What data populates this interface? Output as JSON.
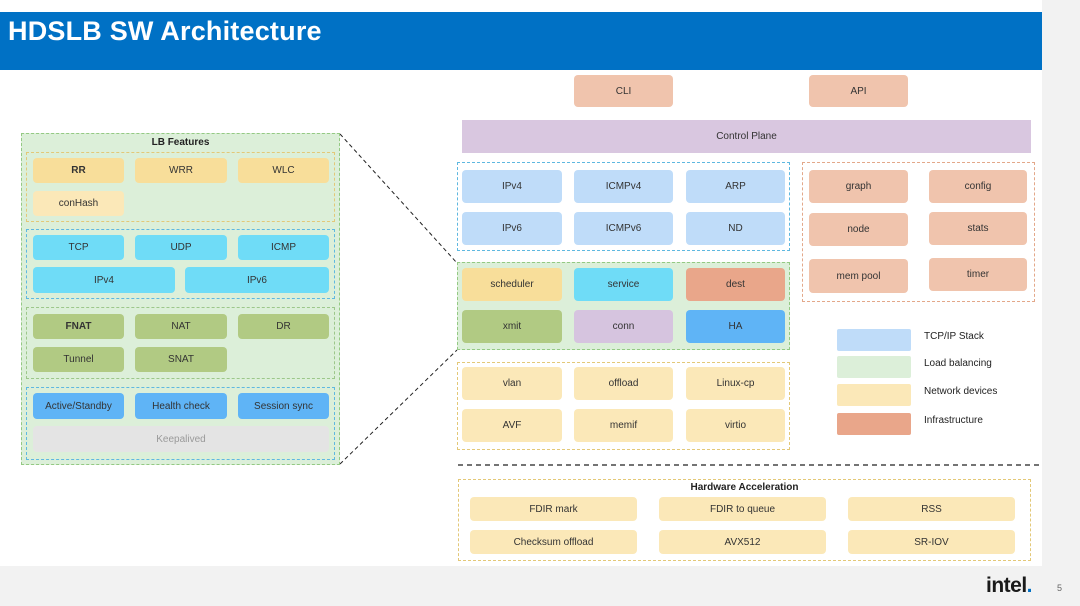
{
  "title": "HDSLB SW Architecture",
  "page_number": "5",
  "logo_text": "intel",
  "colors": {
    "title_bar": "#0071c5",
    "tcpip_stack": "#bfdcf9",
    "load_balancing": "#dcefd9",
    "network_devices": "#fbe8b8",
    "infrastructure": "#e9a68a",
    "control_plane": "#d9c7e0"
  },
  "lb_features": {
    "title": "LB Features",
    "algorithms": [
      "RR",
      "WRR",
      "WLC",
      "conHash"
    ],
    "protocols": [
      "TCP",
      "UDP",
      "ICMP"
    ],
    "ip_versions": [
      "IPv4",
      "IPv6"
    ],
    "modes": [
      "FNAT",
      "NAT",
      "DR",
      "Tunnel",
      "SNAT"
    ],
    "ha": [
      "Active/Standby",
      "Health check",
      "Session sync"
    ],
    "keepalived": "Keepalived"
  },
  "top": {
    "cli": "CLI",
    "api": "API",
    "control_plane": "Control Plane"
  },
  "tcpip": [
    "IPv4",
    "ICMPv4",
    "ARP",
    "IPv6",
    "ICMPv6",
    "ND"
  ],
  "lb_modules": [
    "scheduler",
    "service",
    "dest",
    "xmit",
    "conn",
    "HA"
  ],
  "net_devices": [
    "vlan",
    "offload",
    "Linux-cp",
    "AVF",
    "memif",
    "virtio"
  ],
  "infra": [
    "graph",
    "config",
    "node",
    "stats",
    "mem pool",
    "timer"
  ],
  "legend": [
    "TCP/IP Stack",
    "Load balancing",
    "Network devices",
    "Infrastructure"
  ],
  "hw": {
    "title": "Hardware Acceleration",
    "items": [
      "FDIR mark",
      "FDIR to queue",
      "RSS",
      "Checksum offload",
      "AVX512",
      "SR-IOV"
    ]
  }
}
